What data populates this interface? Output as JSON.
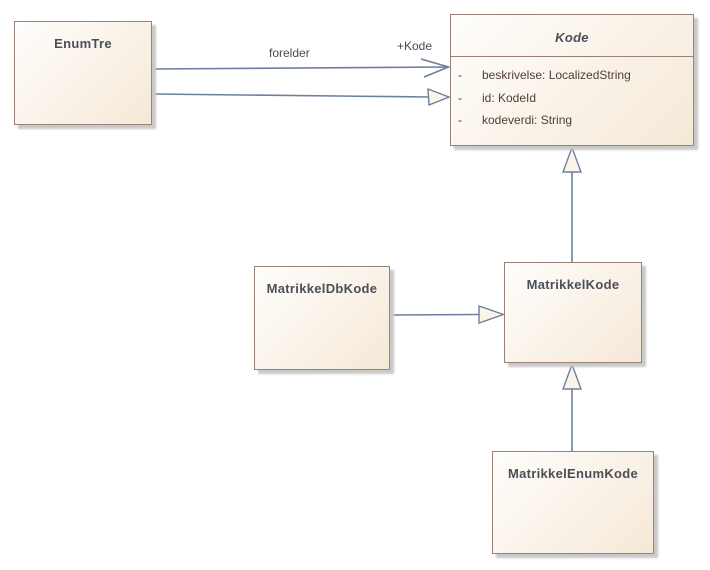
{
  "diagram": {
    "type": "uml-class-diagram",
    "colors": {
      "canvas_bg": "#ffffff",
      "box_fill_start": "#fffefc",
      "box_fill_end": "#f5e8d7",
      "box_border": "#9a8177",
      "line": "#6e7f9e",
      "arrow_fill": "#fbf4ea",
      "title_text": "#4a4f58",
      "attr_text": "#4e3e33",
      "label_text": "#45494e",
      "shadow": "#c9c9c9"
    },
    "classes": [
      {
        "id": "enumtre",
        "name": "EnumTre",
        "abstract": false,
        "attributes": []
      },
      {
        "id": "kode",
        "name": "Kode",
        "abstract": true,
        "attributes": [
          {
            "visibility": "-",
            "text": "beskrivelse: LocalizedString"
          },
          {
            "visibility": "-",
            "text": "id: KodeId"
          },
          {
            "visibility": "-",
            "text": "kodeverdi: String"
          }
        ]
      },
      {
        "id": "matrikkeldbkode",
        "name": "MatrikkelDbKode",
        "abstract": false,
        "attributes": []
      },
      {
        "id": "matrikkelkode",
        "name": "MatrikkelKode",
        "abstract": false,
        "attributes": []
      },
      {
        "id": "matrikkelenumkode",
        "name": "MatrikkelEnumKode",
        "abstract": false,
        "attributes": []
      }
    ],
    "edges": [
      {
        "type": "association",
        "from": "EnumTre",
        "to": "Kode",
        "label": "forelder",
        "target_role": "+Kode"
      },
      {
        "type": "generalization",
        "from": "EnumTre",
        "to": "Kode"
      },
      {
        "type": "generalization",
        "from": "MatrikkelKode",
        "to": "Kode"
      },
      {
        "type": "generalization",
        "from": "MatrikkelDbKode",
        "to": "MatrikkelKode"
      },
      {
        "type": "generalization",
        "from": "MatrikkelEnumKode",
        "to": "MatrikkelKode"
      }
    ]
  }
}
